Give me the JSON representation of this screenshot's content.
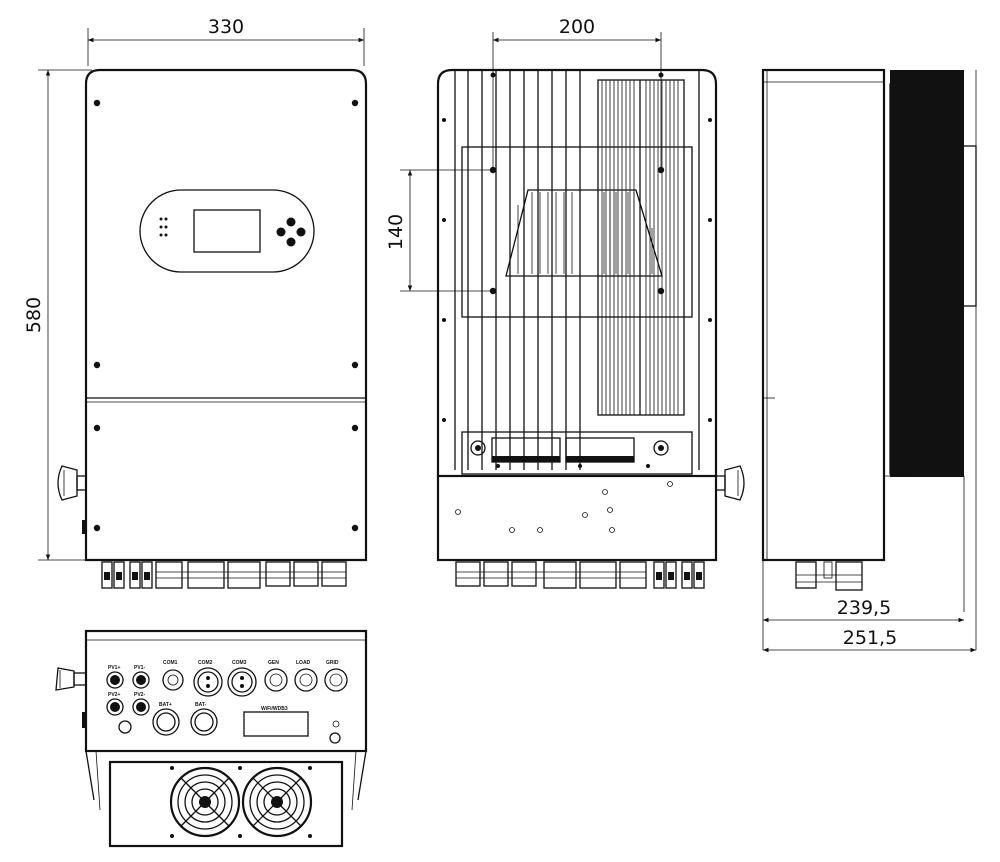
{
  "dimensions": {
    "front_width": "330",
    "front_height": "580",
    "mount_hole_spacing_horizontal": "200",
    "mount_hole_spacing_vertical": "140",
    "side_depth_body": "239,5",
    "side_depth_total": "251,5"
  },
  "bottom_panel_labels": {
    "pv1_plus": "PV1+",
    "pv1_minus": "PV1-",
    "pv2_plus": "PV2+",
    "pv2_minus": "PV2-",
    "com1": "COM1",
    "com2": "COM2",
    "com3": "COM3",
    "gen": "GEN",
    "load": "LOAD",
    "grid": "GRID",
    "bat_plus": "BAT+",
    "bat_minus": "BAT-",
    "wifi_port": "WiFi/WDB3"
  },
  "colors": {
    "line": "#111111",
    "background": "#ffffff"
  }
}
